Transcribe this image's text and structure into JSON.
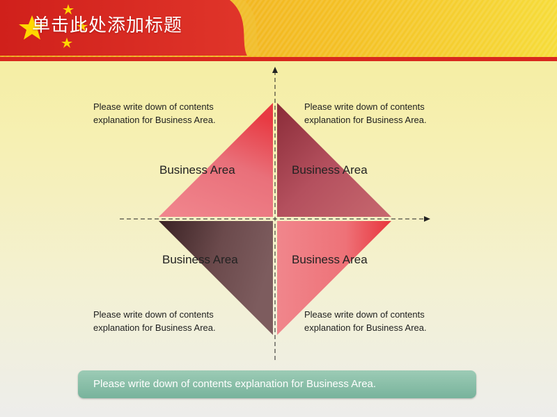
{
  "slide": {
    "title": "单击此处添加标题",
    "colors": {
      "flag_red": "#d8281e",
      "banner_gold": "#f2b81a",
      "star": "#ffd800"
    }
  },
  "diagram": {
    "quadrants": [
      {
        "position": "top-left",
        "label": "Business Area",
        "note": "Please write down of contents explanation for Business Area.",
        "color": "#e8707a"
      },
      {
        "position": "top-right",
        "label": "Business Area",
        "note": "Please write down of contents explanation for Business Area.",
        "color": "#b14f5c"
      },
      {
        "position": "bottom-left",
        "label": "Business Area",
        "note": "Please write down of contents explanation for Business Area.",
        "color": "#6b4a4c"
      },
      {
        "position": "bottom-right",
        "label": "Business Area",
        "note": "Please write down of contents explanation for Business Area.",
        "color": "#ee7e84"
      }
    ]
  },
  "footer": {
    "text": "Please write down of contents explanation for Business Area."
  }
}
